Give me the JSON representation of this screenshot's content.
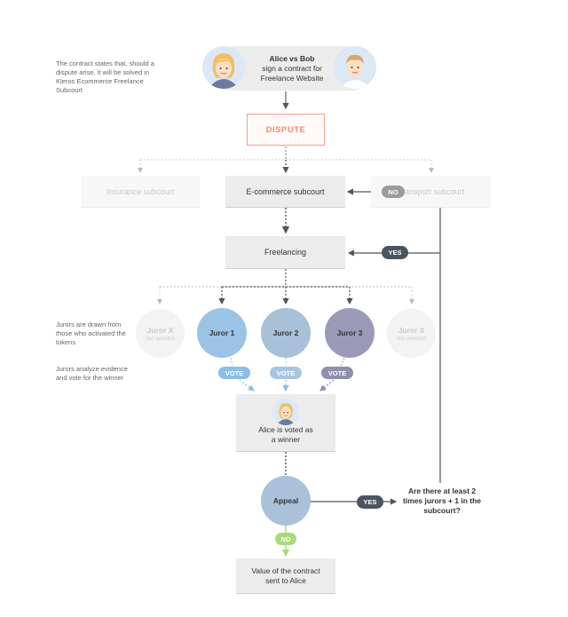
{
  "notes": {
    "contract": "The contract states that, should a dispute arise, it will be solved in Kleros Ecommerce Freelance Subcourt",
    "jurors_drawn": "Jurors are drawn from those who activated the tokens",
    "jurors_analyze": "Jurors analyze evidence and vote for the winner"
  },
  "parties": {
    "title": "Alice vs Bob",
    "line1": "sign a contract for",
    "line2": "Freelance Website"
  },
  "dispute": "DISPUTE",
  "subcourts": {
    "insurance": "Insurance subcourt",
    "ecommerce": "E-commerce subcourt",
    "transport": "Transport subcourt"
  },
  "freelancing": "Freelancing",
  "badges": {
    "no_top": "NO",
    "yes_freelancing": "YES",
    "yes_appeal": "YES",
    "no_appeal": "NO"
  },
  "jurors": [
    {
      "name": "Juror X",
      "sub": "Not selected",
      "color": "#f2f2f2",
      "text": "#c9c9c9"
    },
    {
      "name": "Juror 1",
      "sub": "",
      "color": "#9bc3e6",
      "text": "#ffffff"
    },
    {
      "name": "Juror 2",
      "sub": "",
      "color": "#a8c0d8",
      "text": "#ffffff"
    },
    {
      "name": "Juror 3",
      "sub": "",
      "color": "#9a9ab8",
      "text": "#ffffff"
    },
    {
      "name": "Juror X",
      "sub": "Not selected",
      "color": "#f2f2f2",
      "text": "#c9c9c9"
    }
  ],
  "votes": [
    "VOTE",
    "VOTE",
    "VOTE"
  ],
  "winner": {
    "line1": "Alice is voted as",
    "line2": "a winner"
  },
  "appeal": "Appeal",
  "question": "Are there at least 2 times jurors + 1 in the subcourt?",
  "result": {
    "line1": "Value of the contract",
    "line2": "sent to Alice"
  },
  "colors": {
    "dispute": "#ef8c74",
    "vote1": "#8cbde6",
    "vote2": "#a9c6e0",
    "vote3": "#8e8ead",
    "dark_badge": "#4a5560",
    "no_green": "#a8dc7a",
    "appeal": "#a9c1d9"
  }
}
